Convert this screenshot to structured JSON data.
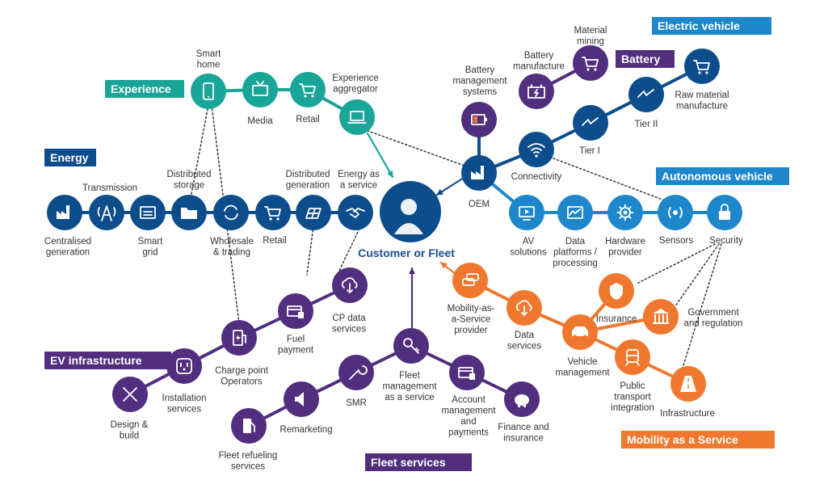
{
  "colors": {
    "teal": "#1aa599",
    "navy": "#0d4d8c",
    "blue": "#1e87cc",
    "purple": "#512e7e",
    "orange": "#f0782e",
    "center_text": "#1b4f8f",
    "dark_line": "#333333"
  },
  "center": {
    "label": "Customer or Fleet"
  },
  "categories": {
    "experience": "Experience",
    "energy": "Energy",
    "electric_vehicle": "Electric vehicle",
    "battery": "Battery",
    "autonomous_vehicle": "Autonomous vehicle",
    "ev_infrastructure": "EV infrastructure",
    "fleet_services": "Fleet services",
    "mobility_as_a_service": "Mobility as a Service"
  },
  "nodes": {
    "smart_home": [
      "Smart",
      "home"
    ],
    "media": [
      "Media"
    ],
    "retail_exp": [
      "Retail"
    ],
    "experience_aggregator": [
      "Experience",
      "aggregator"
    ],
    "centralised_generation": [
      "Centralised",
      "generation"
    ],
    "transmission": [
      "Transmission"
    ],
    "smart_grid": [
      "Smart",
      "grid"
    ],
    "distributed_storage": [
      "Distributed",
      "storage"
    ],
    "wholesale_trading": [
      "Wholesale",
      "& trading"
    ],
    "retail_energy": [
      "Retail"
    ],
    "distributed_generation": [
      "Distributed",
      "generation"
    ],
    "energy_as_a_service": [
      "Energy as",
      "a service"
    ],
    "battery_management_systems": [
      "Battery",
      "management",
      "systems"
    ],
    "battery_manufacture": [
      "Battery",
      "manufacture"
    ],
    "material_mining": [
      "Material",
      "mining"
    ],
    "raw_material_manufacture": [
      "Raw material",
      "manufacture"
    ],
    "tier_two": [
      "Tier II"
    ],
    "tier_one": [
      "Tier I"
    ],
    "connectivity": [
      "Connectivity"
    ],
    "oem": [
      "OEM"
    ],
    "av_solutions": [
      "AV",
      "solutions"
    ],
    "data_platforms": [
      "Data",
      "platforms /",
      "processing"
    ],
    "hardware_provider": [
      "Hardware",
      "provider"
    ],
    "sensors": [
      "Sensors"
    ],
    "security": [
      "Security"
    ],
    "cp_data_services": [
      "CP data",
      "services"
    ],
    "fuel_payment": [
      "Fuel",
      "payment"
    ],
    "charge_point_operators": [
      "Charge point",
      "Operators"
    ],
    "installation_services": [
      "Installation",
      "services"
    ],
    "design_build": [
      "Design &",
      "build"
    ],
    "fleet_management": [
      "Fleet",
      "management",
      "as a service"
    ],
    "smr": [
      "SMR"
    ],
    "remarketing": [
      "Remarketing"
    ],
    "fleet_refueling_services": [
      "Fleet refueling",
      "services"
    ],
    "account_management": [
      "Account",
      "management",
      "and",
      "payments"
    ],
    "finance_insurance": [
      "Finance and",
      "insurance"
    ],
    "mobility_provider": [
      "Mobility-as-",
      "a-Service",
      "provider"
    ],
    "data_services": [
      "Data",
      "services"
    ],
    "vehicle_management": [
      "Vehicle",
      "management"
    ],
    "insurance": [
      "Insurance"
    ],
    "government_regulation": [
      "Government",
      "and regulation"
    ],
    "public_transport_integration": [
      "Public",
      "transport",
      "integration"
    ],
    "infrastructure": [
      "Infrastructure"
    ]
  }
}
